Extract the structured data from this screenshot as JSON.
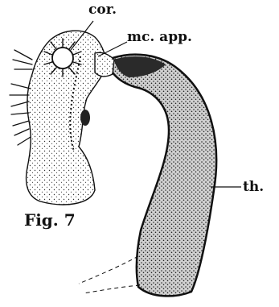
{
  "figure": {
    "caption": "Fig. 7",
    "labels": {
      "corona": "cor.",
      "muscular_appendage": "mc. app.",
      "thallus": "th."
    }
  },
  "colors": {
    "ink": "#111111",
    "thallus_fill": "#b9b9b9",
    "background": "#ffffff"
  }
}
